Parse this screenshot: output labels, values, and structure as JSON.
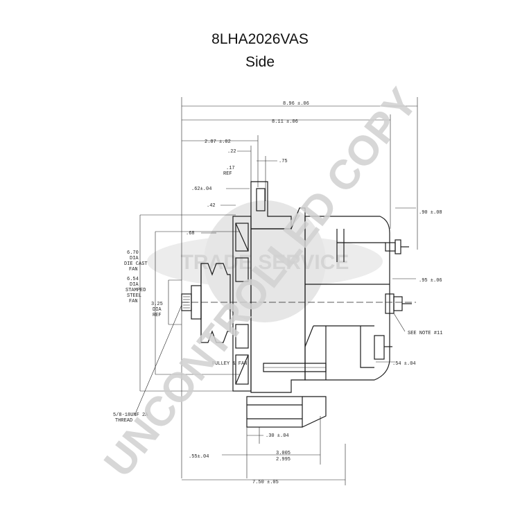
{
  "header": {
    "part_number": "8LHA2026VAS",
    "view": "Side"
  },
  "dimensions": {
    "overall_top": "8.96 ±.06",
    "body_top": "8.11 ±.06",
    "front_offset": "2.87 ±.02",
    "d_22": ".22",
    "d_75": ".75",
    "d_17": ".17",
    "ref": "REF",
    "d_62": ".62±.04",
    "d_42": ".42",
    "d_68": ".68",
    "dia_670": "6.70",
    "dia": "DIA",
    "die_cast": "DIE CAST",
    "fan": "FAN",
    "dia_654": "6.54",
    "stamped": "STAMPED",
    "steel": "STEEL",
    "dia_325": "3.25",
    "thread_a": "5/8-18UNF 2A",
    "thread_b": "THREAD",
    "pulley_fan": "PULLEY & FAN",
    "d_90": ".90 ±.08",
    "d_95": ".95 ±.06",
    "note": "SEE NOTE #11",
    "d_54": ".54 ±.04",
    "d_30": ".30 ±.04",
    "d_55": ".55±.04",
    "d_3005": "3.005",
    "d_2995": "2.995",
    "overall_bottom": "7.50 ±.05"
  },
  "watermark": {
    "uncontrolled": "UNCONTROLLED COPY",
    "trade": "TRADE SERVICE"
  },
  "colors": {
    "line": "#1a1a1a",
    "watermark": "#d0d0d0"
  }
}
